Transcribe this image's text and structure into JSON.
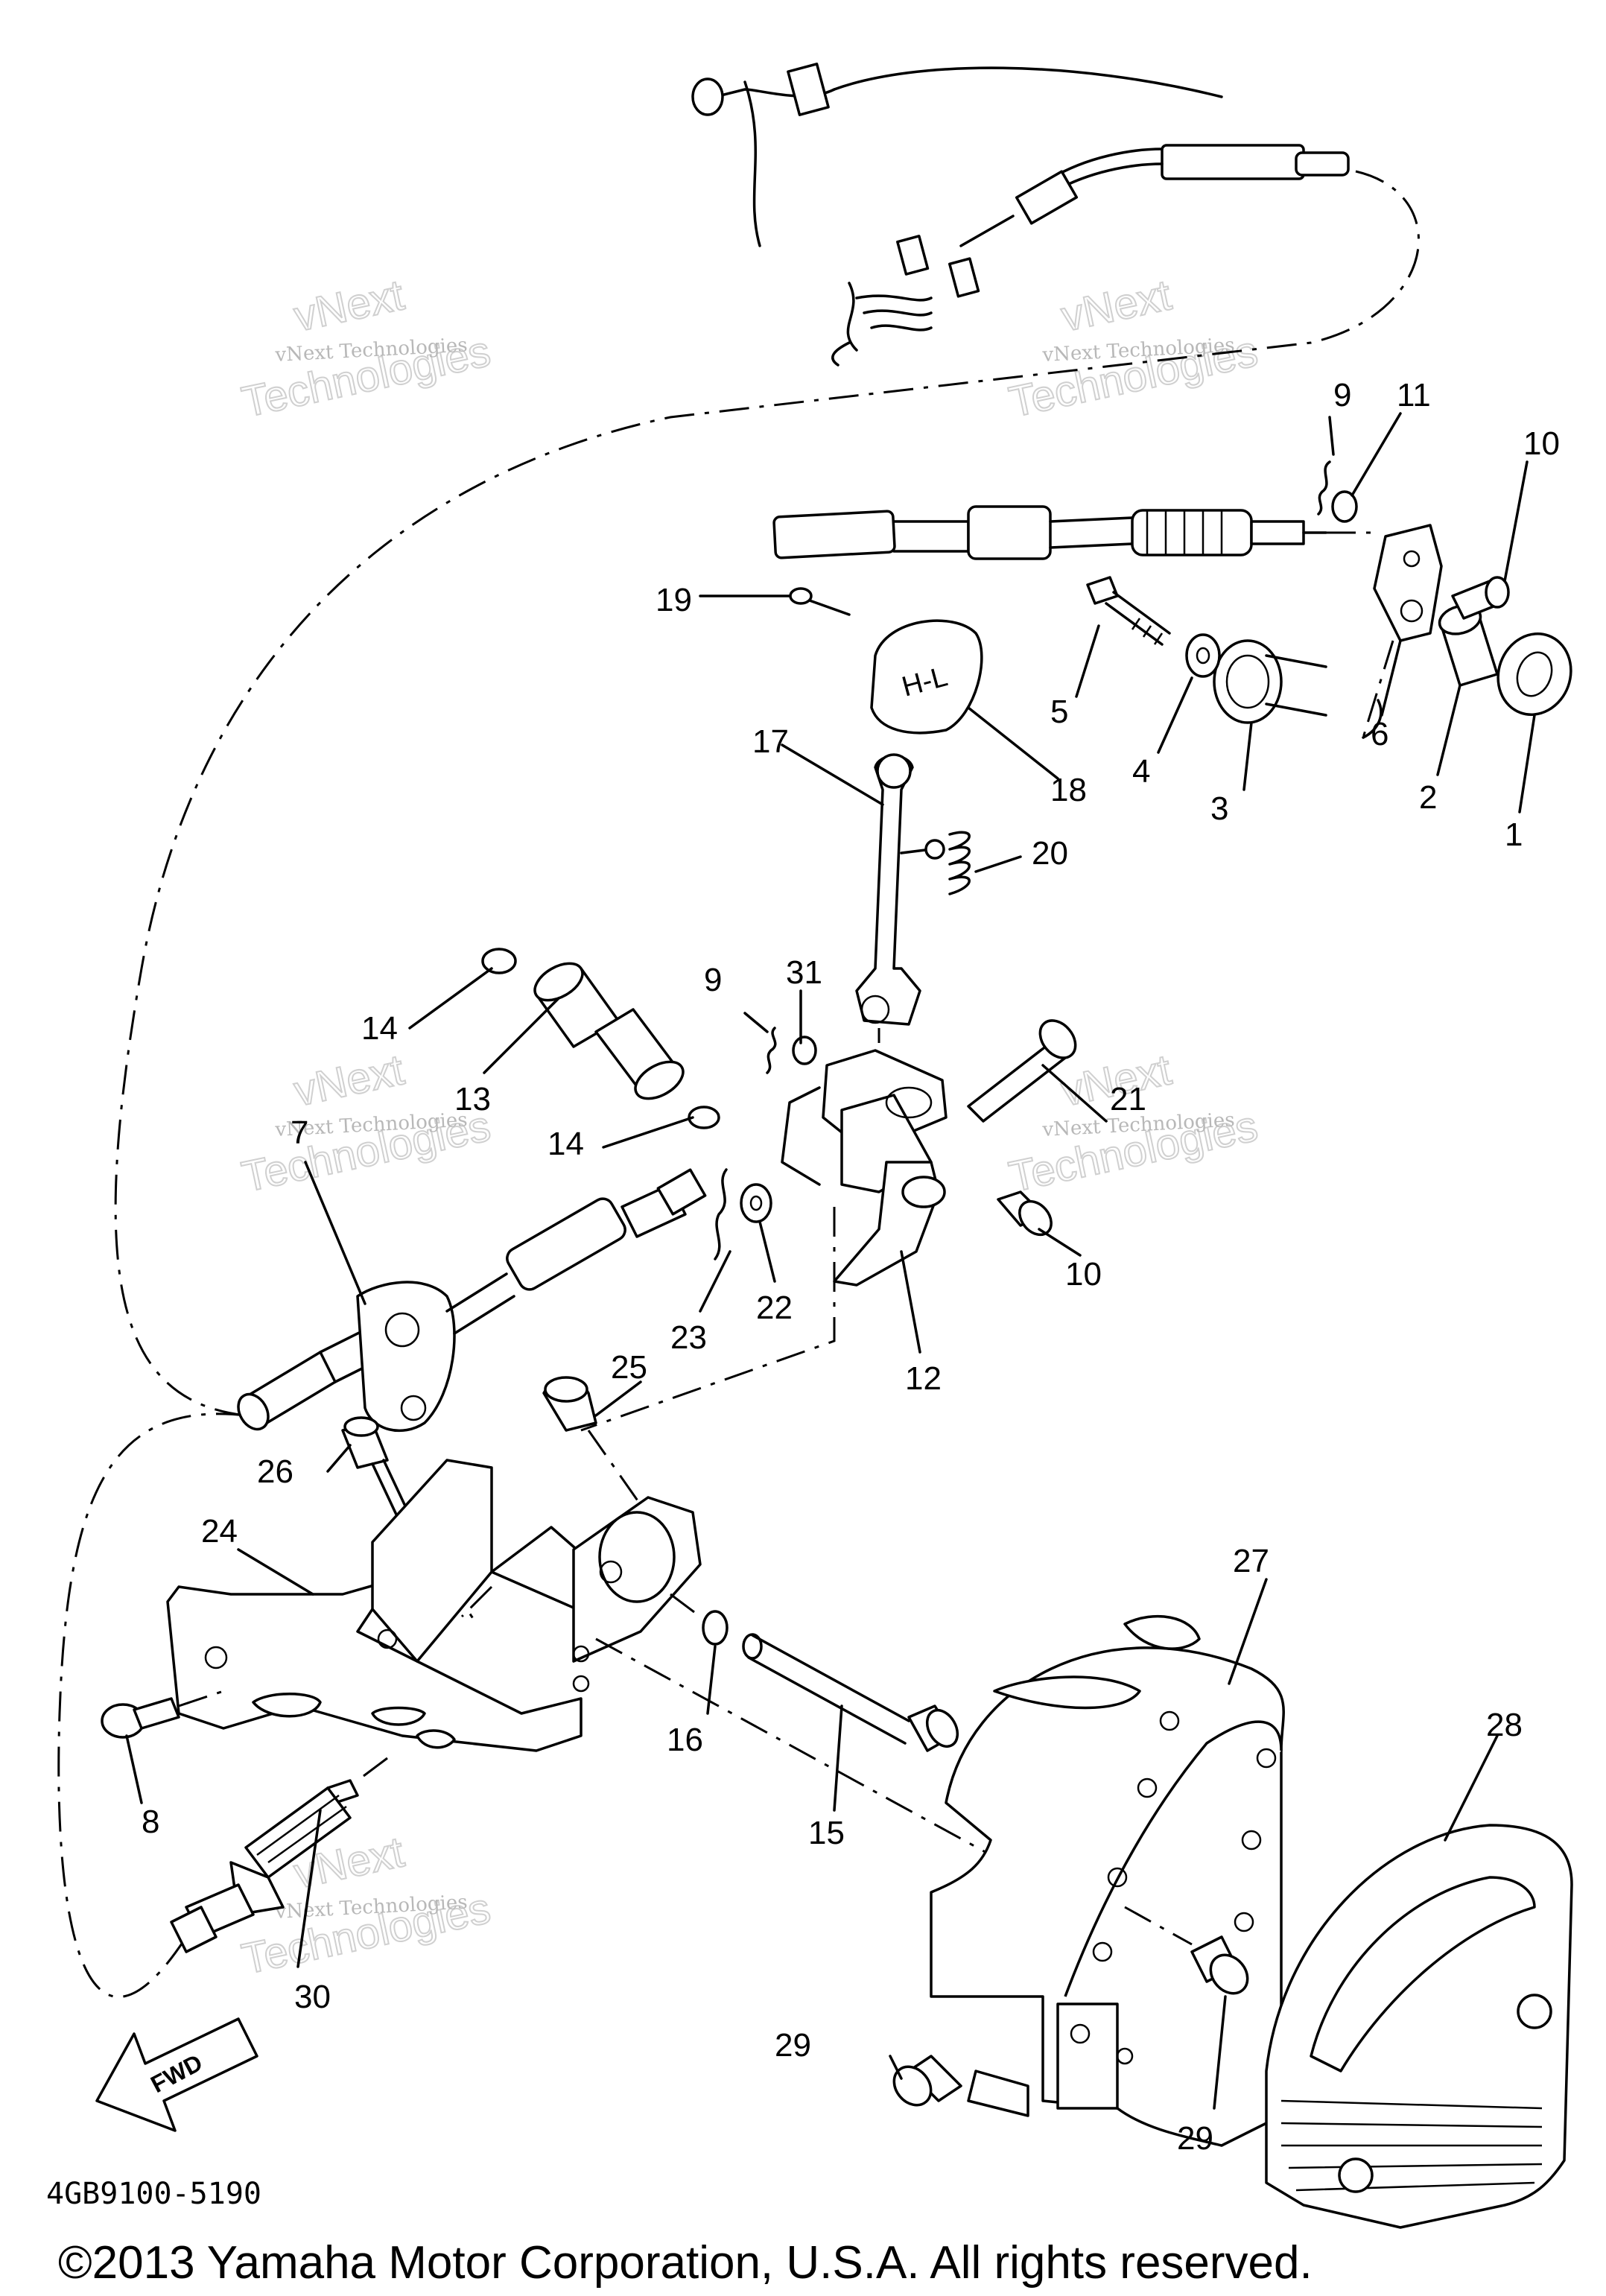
{
  "part_labels": [
    "1",
    "2",
    "3",
    "4",
    "5",
    "6",
    "7",
    "8",
    "9",
    "9",
    "10",
    "10",
    "11",
    "12",
    "13",
    "14",
    "14",
    "15",
    "16",
    "17",
    "18",
    "19",
    "20",
    "21",
    "22",
    "23",
    "24",
    "25",
    "26",
    "27",
    "28",
    "29",
    "29",
    "30",
    "31"
  ],
  "watermark": {
    "line1": "vNext Technologies",
    "line2a": "vNext",
    "line2b": "Technologies"
  },
  "fwd_label": "FWD",
  "diagram_code": "4GB9100-5190",
  "copyright": "©2013 Yamaha Motor Corporation, U.S.A. All rights reserved."
}
